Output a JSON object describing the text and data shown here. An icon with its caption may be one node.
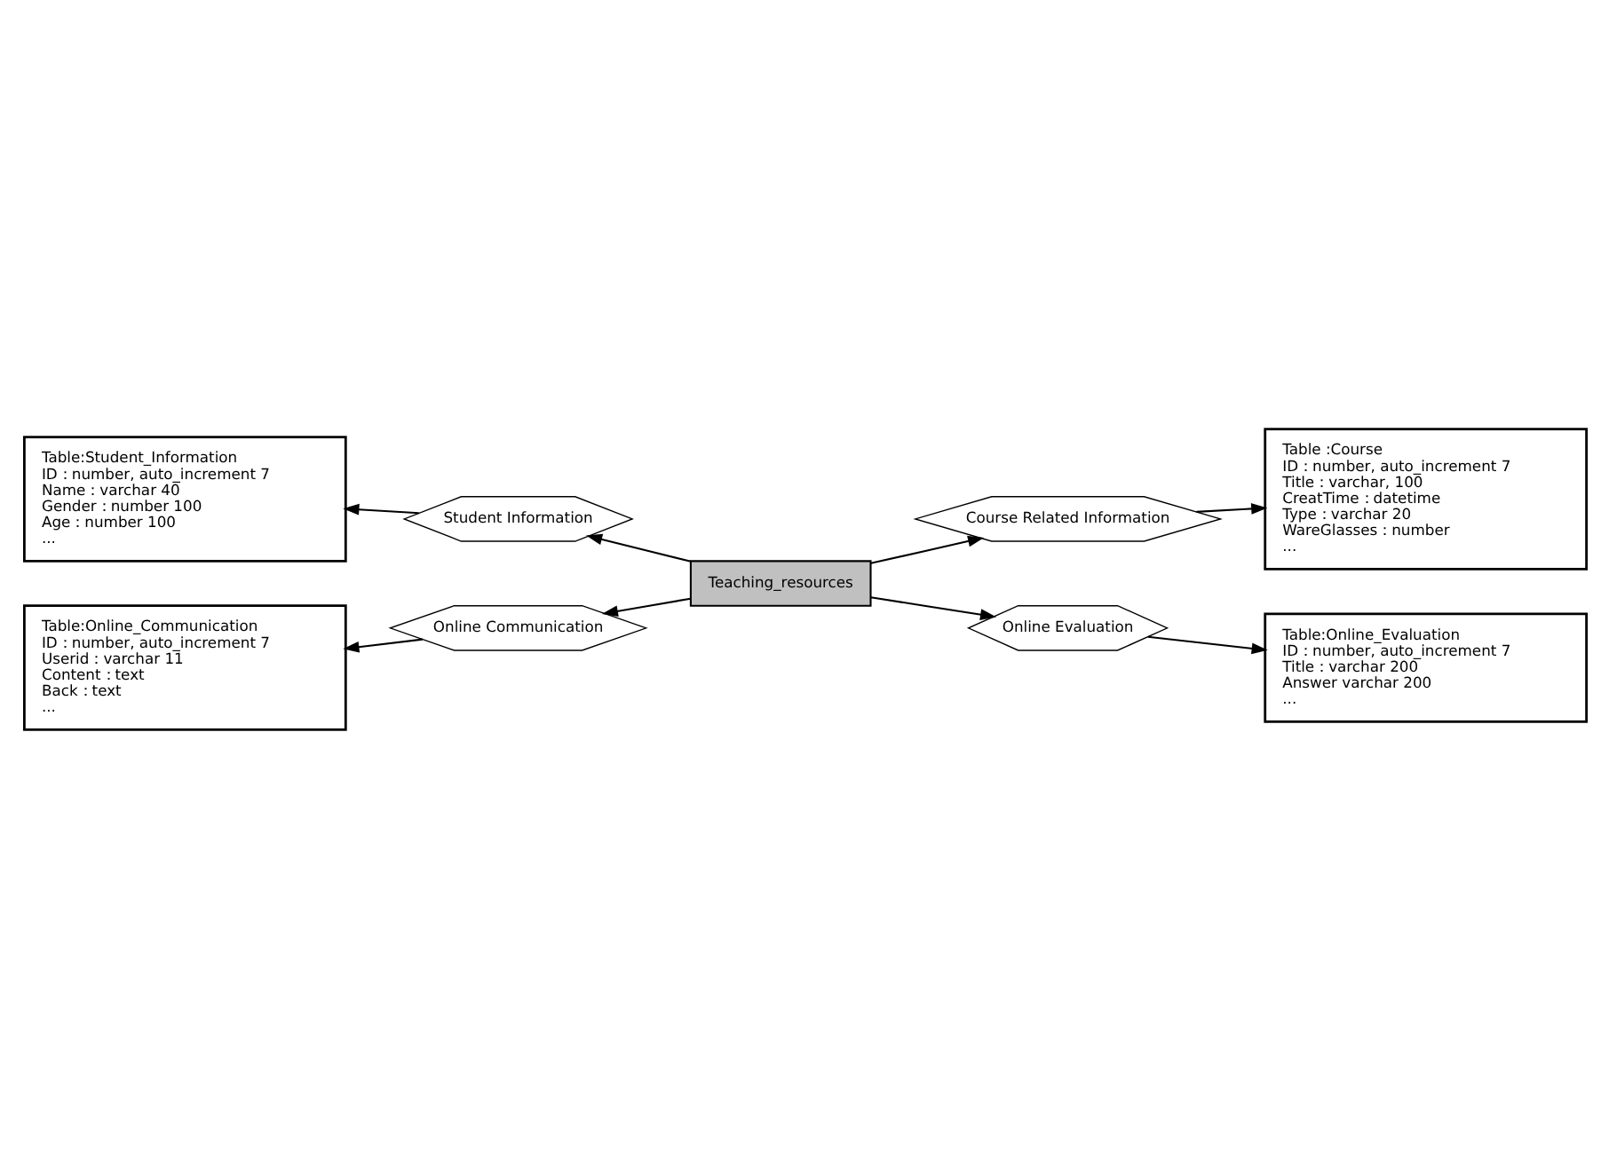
{
  "diagram": {
    "nodes": [
      {
        "text": [
          "Table:Student_Information",
          "ID：number, auto_increment 7",
          "Name：varchar 40",
          "Gender：number 100",
          "Age：number 100",
          "..."
        ]
      },
      {
        "text": [
          "Table :Course",
          "ID：number, auto_increment 7",
          "Title：varchar, 100",
          "CreatTime：datetime",
          "Type：varchar 20",
          "WareGlasses：number",
          "..."
        ]
      },
      {
        "text": [
          "Student Information"
        ]
      },
      {
        "text": [
          "Teaching_resources"
        ]
      },
      {
        "text": [
          "Course Related Information"
        ]
      },
      {
        "text": [
          "Online Communication"
        ]
      },
      {
        "text": [
          "Online Evaluation"
        ]
      },
      {
        "text": [
          "Table:Online_Communication",
          "ID：number, auto_increment 7",
          "Userid：varchar 11",
          "Content：text",
          "Back：text",
          "..."
        ]
      },
      {
        "text": [
          "Table:Online_Evaluation",
          "ID：number, auto_increment 7",
          "Title：varchar 200",
          "Answer varchar 200",
          "..."
        ]
      }
    ],
    "edges": [
      {
        "from": 3,
        "to": 2,
        "arrow": "to"
      },
      {
        "from": 2,
        "to": 0,
        "arrow": "to"
      },
      {
        "from": 3,
        "to": 5,
        "arrow": "to"
      },
      {
        "from": 5,
        "to": 7,
        "arrow": "to"
      },
      {
        "from": 3,
        "to": 4,
        "arrow": "to"
      },
      {
        "from": 4,
        "to": 1,
        "arrow": "to"
      },
      {
        "from": 3,
        "to": 6,
        "arrow": "to"
      },
      {
        "from": 6,
        "to": 8,
        "arrow": "to"
      }
    ]
  }
}
